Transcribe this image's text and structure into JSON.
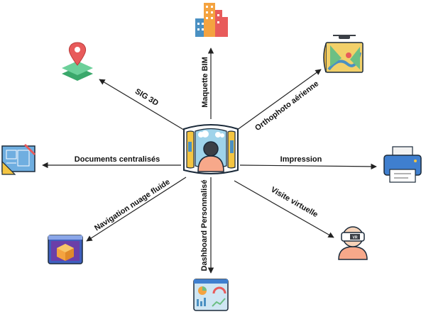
{
  "center": {
    "icon": "user-immersive-screen-icon"
  },
  "branches": [
    {
      "id": "bim",
      "label": "Maquette BIM",
      "icon": "city-buildings-icon"
    },
    {
      "id": "ortho",
      "label": "Orthophoto aérienne",
      "icon": "drone-map-icon"
    },
    {
      "id": "impression",
      "label": "Impression",
      "icon": "printer-icon"
    },
    {
      "id": "visite",
      "label": "Visite virtuelle",
      "icon": "vr-headset-user-icon"
    },
    {
      "id": "dashboard",
      "label": "Dashboard Personnalisé",
      "icon": "dashboard-icon"
    },
    {
      "id": "navigation",
      "label": "Navigation nuage fluide",
      "icon": "point-cloud-window-icon"
    },
    {
      "id": "documents",
      "label": "Documents centralisés",
      "icon": "blueprint-icon"
    },
    {
      "id": "sig",
      "label": "SIG 3D",
      "icon": "map-pin-layers-icon"
    }
  ],
  "colors": {
    "arrow": "#222222",
    "label": "#111111"
  }
}
